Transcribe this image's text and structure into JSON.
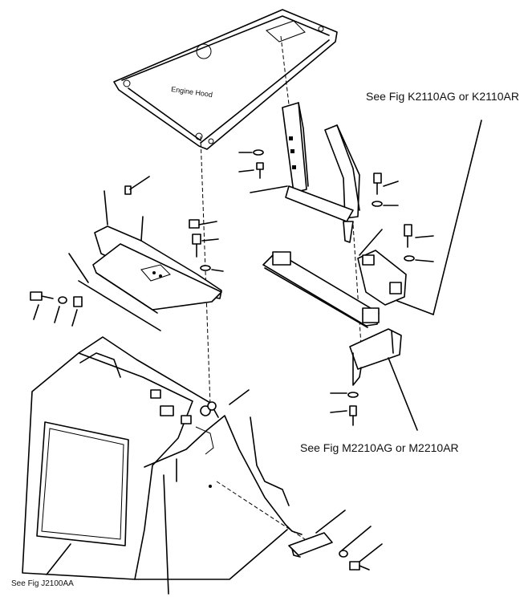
{
  "labels": {
    "engine_hood": "Engine Hood",
    "see_fig_k": "See Fig  K2110AG or K2110AR",
    "see_fig_m": "See Fig  M2210AG or M2210AR",
    "see_fig_j": "See Fig  J2100AA"
  },
  "colors": {
    "ink": "#000000",
    "paper": "#ffffff"
  }
}
